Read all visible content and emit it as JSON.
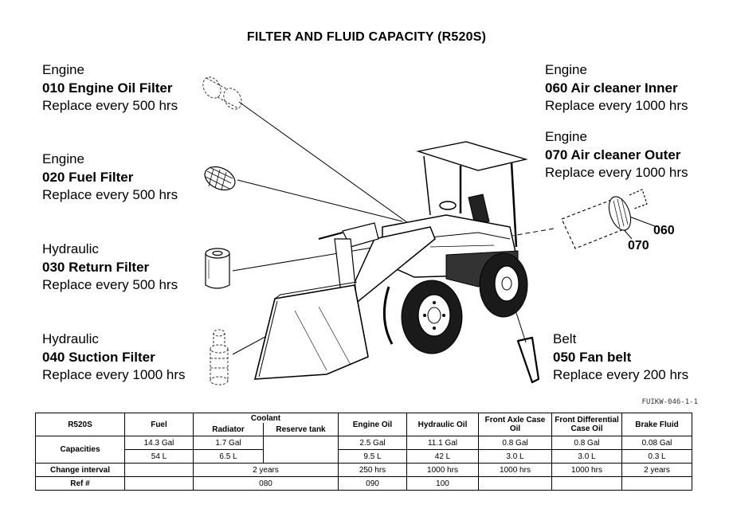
{
  "title": "FILTER AND FLUID CAPACITY (R520S)",
  "callouts": {
    "engine_oil": {
      "category": "Engine",
      "part": "010 Engine Oil Filter",
      "interval": "Replace every 500 hrs"
    },
    "fuel": {
      "category": "Engine",
      "part": "020 Fuel Filter",
      "interval": "Replace every 500 hrs"
    },
    "return": {
      "category": "Hydraulic",
      "part": "030 Return Filter",
      "interval": "Replace every 500 hrs"
    },
    "suction": {
      "category": "Hydraulic",
      "part": "040 Suction Filter",
      "interval": "Replace every 1000 hrs"
    },
    "air_inner": {
      "category": "Engine",
      "part": "060 Air cleaner Inner",
      "interval": "Replace every 1000 hrs"
    },
    "air_outer": {
      "category": "Engine",
      "part": "070 Air cleaner Outer",
      "interval": "Replace every 1000 hrs"
    },
    "fan_belt": {
      "category": "Belt",
      "part": "050 Fan belt",
      "interval": "Replace every 200 hrs"
    }
  },
  "part_numbers": {
    "n060": "060",
    "n070": "070"
  },
  "figure_code": "FUIKW-046-1-1",
  "table": {
    "model": "R520S",
    "headers": {
      "fuel": "Fuel",
      "coolant": "Coolant",
      "radiator": "Radiator",
      "reserve_tank": "Reserve tank",
      "engine_oil": "Engine Oil",
      "hydraulic_oil": "Hydraulic Oil",
      "front_axle": "Front Axle Case Oil",
      "front_diff": "Front Differential Case Oil",
      "brake_fluid": "Brake Fluid"
    },
    "row_labels": {
      "capacities": "Capacities",
      "change_interval": "Change interval",
      "ref": "Ref #"
    },
    "gal": {
      "fuel": "14.3 Gal",
      "radiator": "1.7 Gal",
      "reserve": "",
      "engine_oil": "2.5 Gal",
      "hydraulic_oil": "11.1 Gal",
      "front_axle": "0.8 Gal",
      "front_diff": "0.8 Gal",
      "brake_fluid": "0.08 Gal"
    },
    "liter": {
      "fuel": "54 L",
      "radiator": "6.5 L",
      "reserve": "",
      "engine_oil": "9.5 L",
      "hydraulic_oil": "42 L",
      "front_axle": "3.0 L",
      "front_diff": "3.0 L",
      "brake_fluid": "0.3 L"
    },
    "interval": {
      "fuel": "",
      "coolant": "2 years",
      "engine_oil": "250 hrs",
      "hydraulic_oil": "1000 hrs",
      "front_axle": "1000 hrs",
      "front_diff": "1000 hrs",
      "brake_fluid": "2 years"
    },
    "ref": {
      "fuel": "",
      "coolant": "080",
      "engine_oil": "090",
      "hydraulic_oil": "100",
      "front_axle": "",
      "front_diff": "",
      "brake_fluid": ""
    }
  }
}
